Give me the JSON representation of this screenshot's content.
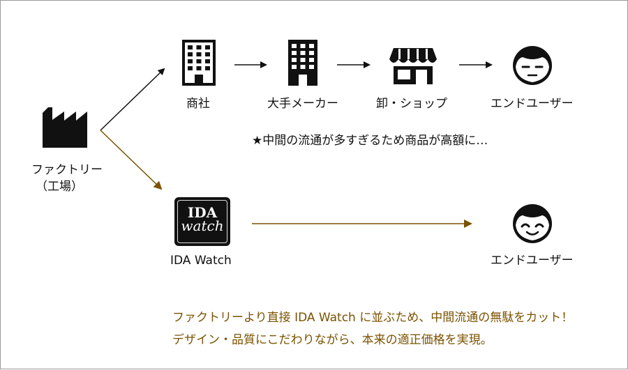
{
  "nodes": {
    "factory_line1": "ファクトリー",
    "factory_line2": "（工場）",
    "trading": "商社",
    "maker": "大手メーカー",
    "shop": "卸・ショップ",
    "enduser_top": "エンドユーザー",
    "ida": "IDA Watch",
    "enduser_bottom": "エンドユーザー"
  },
  "logo": {
    "line1": "IDA",
    "line2": "watch"
  },
  "note": "★中間の流通が多すぎるため商品が高額に…",
  "message": {
    "line1": "ファクトリーより直接 IDA Watch に並ぶため、中間流通の無駄をカット！",
    "line2": "デザイン・品質にこだわりながら、本来の適正価格を実現。"
  },
  "colors": {
    "accent": "#7a5200",
    "black": "#111111"
  },
  "icons": [
    "factory-icon",
    "office-building-icon",
    "office-building-icon",
    "shop-icon",
    "sleepy-face-icon",
    "smile-face-icon"
  ]
}
